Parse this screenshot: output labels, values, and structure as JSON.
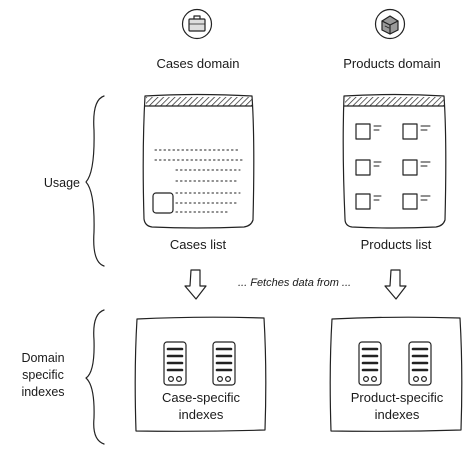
{
  "columns": {
    "cases": {
      "domain_title": "Cases domain",
      "domain_icon": "briefcase-icon",
      "view_label": "Cases list",
      "index_label_line1": "Case-specific",
      "index_label_line2": "indexes"
    },
    "products": {
      "domain_title": "Products domain",
      "domain_icon": "box-icon",
      "view_label": "Products list",
      "index_label_line1": "Product-specific",
      "index_label_line2": "indexes"
    }
  },
  "rows": {
    "usage": "Usage",
    "domain_specific_line1": "Domain",
    "domain_specific_line2": "specific",
    "domain_specific_line3": "indexes"
  },
  "connector_note": "... Fetches data from ..."
}
